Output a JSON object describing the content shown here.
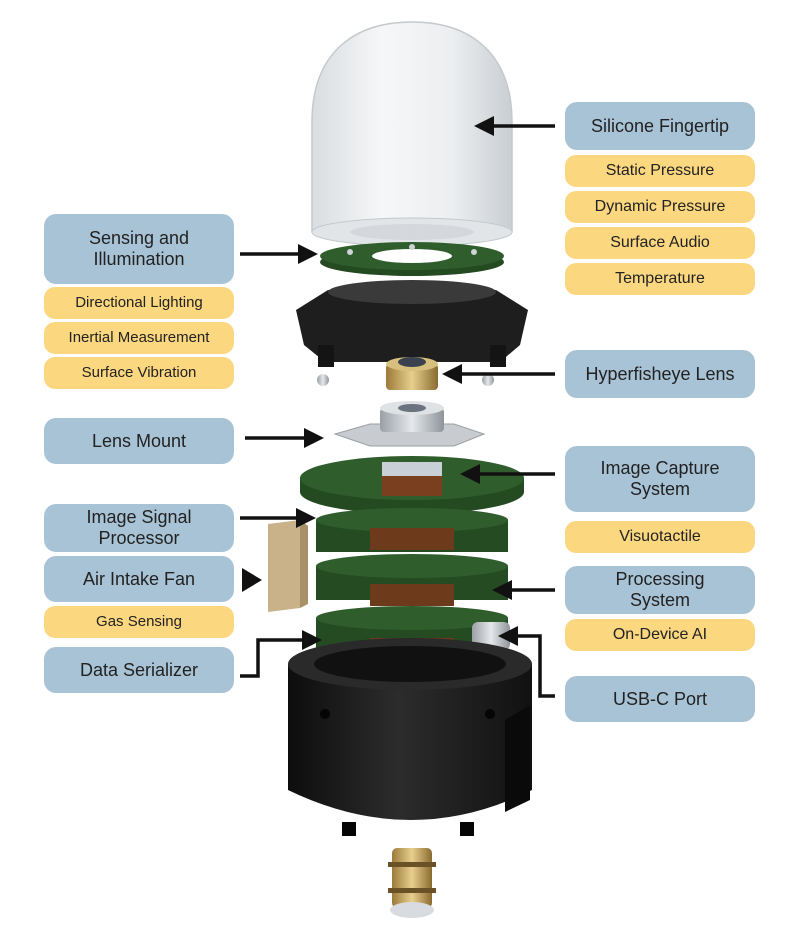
{
  "labels": {
    "silicone_fingertip": "Silicone Fingertip",
    "static_pressure": "Static Pressure",
    "dynamic_pressure": "Dynamic Pressure",
    "surface_audio": "Surface Audio",
    "temperature": "Temperature",
    "sensing_illumination": "Sensing and Illumination",
    "directional_lighting": "Directional Lighting",
    "inertial_measurement": "Inertial Measurement",
    "surface_vibration": "Surface Vibration",
    "hyperfisheye_lens": "Hyperfisheye Lens",
    "lens_mount": "Lens Mount",
    "image_capture_system": "Image Capture System",
    "visuotactile": "Visuotactile",
    "image_signal_processor": "Image Signal Processor",
    "air_intake_fan": "Air Intake Fan",
    "gas_sensing": "Gas Sensing",
    "processing_system": "Processing System",
    "on_device_ai": "On-Device AI",
    "data_serializer": "Data Serializer",
    "usb_c_port": "USB-C Port"
  },
  "colors": {
    "component_label": "#a9c3d6",
    "capability_label": "#fbd77f",
    "pcb_green": "#2f5e2c",
    "housing_black": "#1b1b1b",
    "arrow": "#111111"
  }
}
